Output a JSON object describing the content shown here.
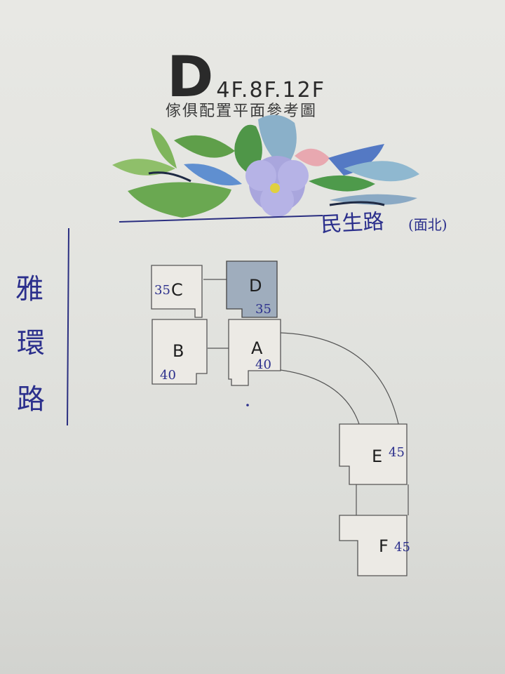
{
  "header": {
    "building": "D",
    "floors": "4F.8F.12F",
    "subtitle": "傢俱配置平面參考圖"
  },
  "roads": {
    "north_road": "民生路",
    "north_note": "(面北)",
    "west_road_chars": [
      "雅",
      "環",
      "路"
    ]
  },
  "units": [
    {
      "letter": "C",
      "note": "35"
    },
    {
      "letter": "D",
      "note": "35"
    },
    {
      "letter": "B",
      "note": "40"
    },
    {
      "letter": "A",
      "note": "40"
    },
    {
      "letter": "E",
      "note": "45"
    },
    {
      "letter": "F",
      "note": "45"
    }
  ],
  "colors": {
    "ink": "#2b2f8c",
    "selected_unit": "#9fadbd",
    "unit_fill": "#eceae5",
    "outline": "#555555"
  }
}
